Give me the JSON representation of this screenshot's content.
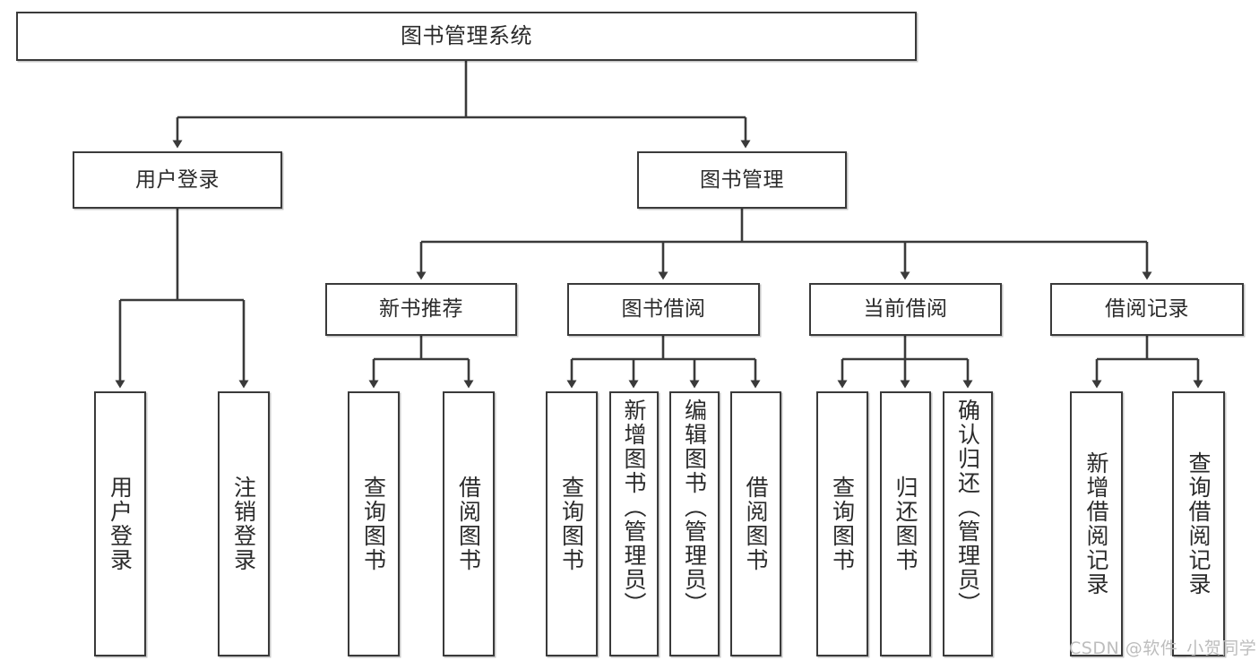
{
  "diagram": {
    "type": "tree-hierarchy-chart",
    "title_node": "图书管理系统",
    "colors": {
      "stroke": "#3a3a3a",
      "fill": "#ffffff",
      "text": "#2b2b2b",
      "watermark": "#bdbdbd"
    },
    "levels": {
      "root": {
        "label": "图书管理系统"
      },
      "level2": [
        {
          "label": "用户登录"
        },
        {
          "label": "图书管理"
        }
      ],
      "level3": [
        {
          "label": "新书推荐"
        },
        {
          "label": "图书借阅"
        },
        {
          "label": "当前借阅"
        },
        {
          "label": "借阅记录"
        }
      ],
      "leaves": {
        "user_login": [
          {
            "label": "用户登录"
          },
          {
            "label": "注销登录"
          }
        ],
        "new_book_recommend": [
          {
            "label": "查询图书"
          },
          {
            "label": "借阅图书"
          }
        ],
        "book_borrow": [
          {
            "label": "查询图书"
          },
          {
            "label": "新增图书（管理员）"
          },
          {
            "label": "编辑图书（管理员）"
          },
          {
            "label": "借阅图书"
          }
        ],
        "current_borrow": [
          {
            "label": "查询图书"
          },
          {
            "label": "归还图书"
          },
          {
            "label": "确认归还（管理员）"
          }
        ],
        "borrow_record": [
          {
            "label": "新增借阅记录"
          },
          {
            "label": "查询借阅记录"
          }
        ]
      }
    }
  },
  "watermark": {
    "text": "CSDN @软件_小贺同学"
  }
}
